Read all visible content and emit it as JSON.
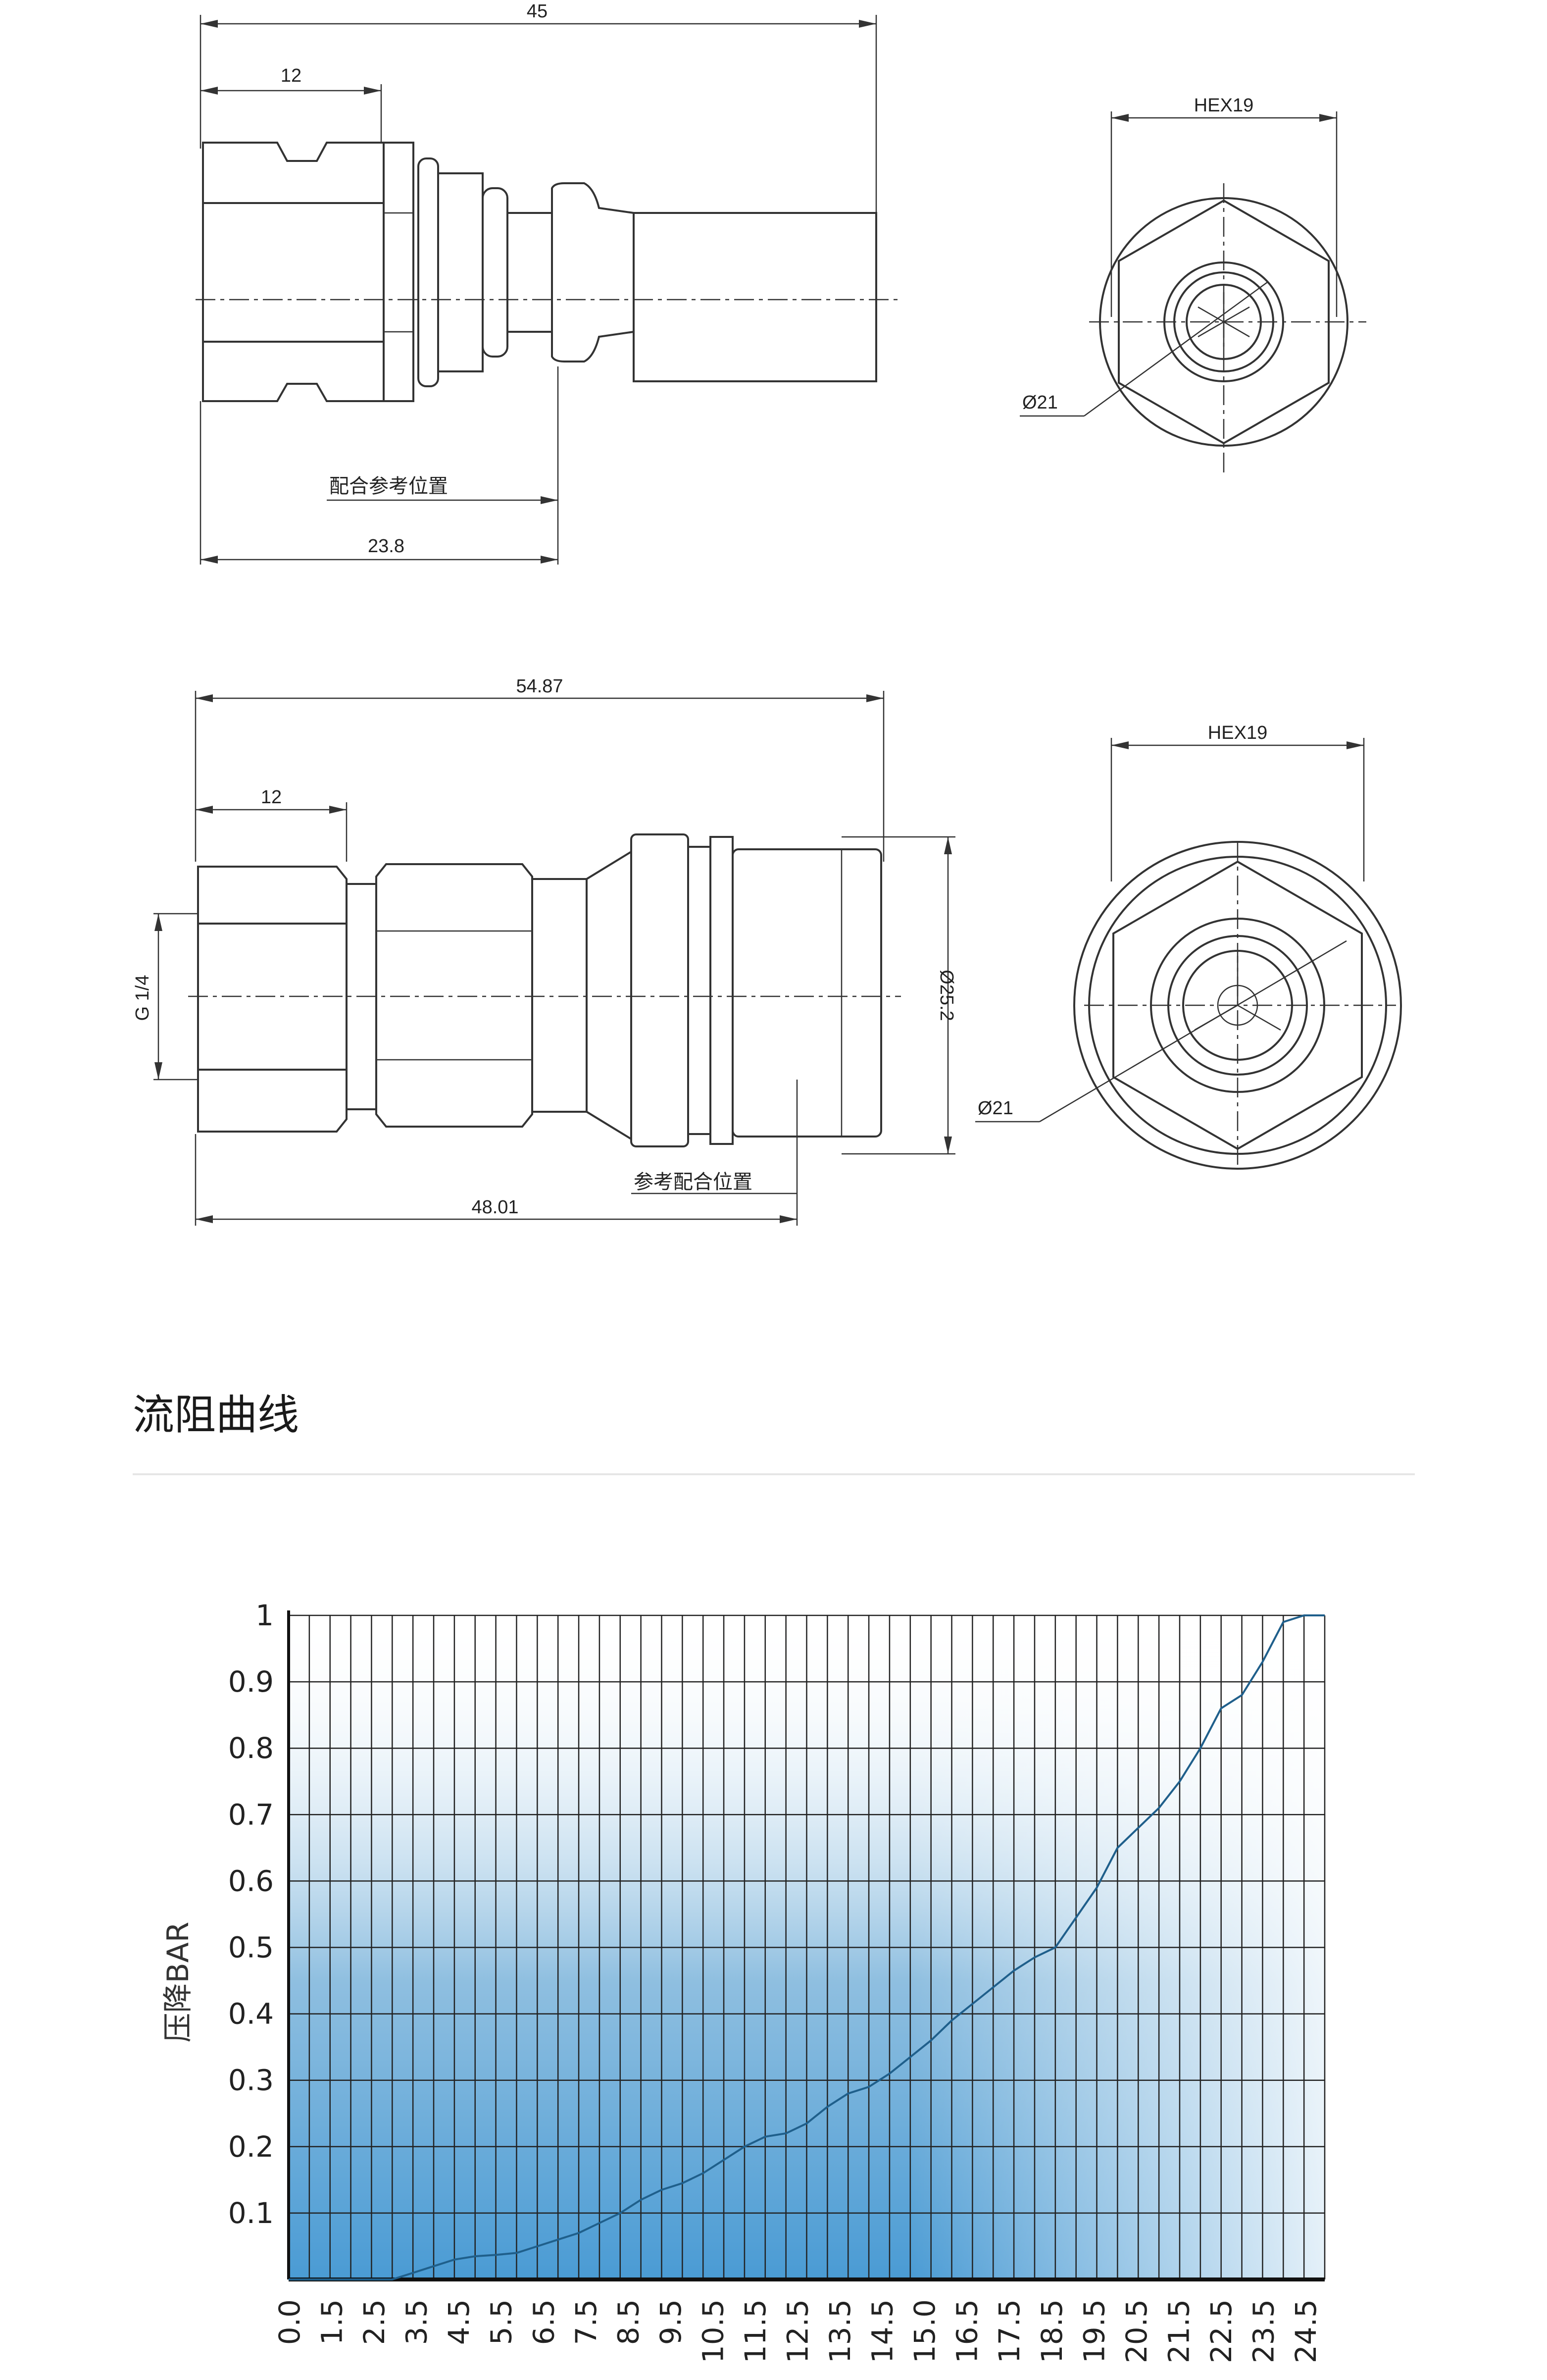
{
  "drawing1": {
    "dim_total": "45",
    "dim_thread": "12",
    "dim_ref": "23.8",
    "ref_label": "配合参考位置",
    "hex": "HEX19",
    "dia": "Ø21"
  },
  "drawing2": {
    "dim_total": "54.87",
    "dim_thread": "12",
    "dim_ref": "48.01",
    "ref_label": "参考配合位置",
    "thread": "G 1/4",
    "dia_body": "Ø25.2",
    "hex": "HEX19",
    "dia": "Ø21"
  },
  "section": {
    "title": "流阻曲线"
  },
  "colors": {
    "curve": "#1f5f8b",
    "fill_dark": "#4a9bd4",
    "fill_light": "#ffffff",
    "grid": "#222222"
  },
  "chart_data": {
    "type": "line",
    "title": "",
    "xlabel": "",
    "ylabel": "压降BAR",
    "xlim": [
      0,
      25
    ],
    "ylim": [
      0,
      1
    ],
    "y_ticks": [
      "0.1",
      "0.2",
      "0.3",
      "0.4",
      "0.5",
      "0.6",
      "0.7",
      "0.8",
      "0.9",
      "1"
    ],
    "x_ticks": [
      "0.0",
      "1.5",
      "2.5",
      "3.5",
      "4.5",
      "5.5",
      "6.5",
      "7.5",
      "8.5",
      "9.5",
      "10.5",
      "11.5",
      "12.5",
      "13.5",
      "14.5",
      "15.0",
      "16.5",
      "17.5",
      "18.5",
      "19.5",
      "20.5",
      "21.5",
      "22.5",
      "23.5",
      "24.5"
    ],
    "grid": true,
    "series": [
      {
        "values_x": [
          0,
          2.0,
          2.5,
          3.0,
          3.5,
          4.0,
          4.5,
          5.0,
          5.5,
          6.0,
          6.5,
          7.0,
          7.5,
          8.0,
          8.5,
          9.0,
          9.5,
          10.0,
          10.5,
          11.0,
          11.5,
          12.0,
          12.5,
          13.0,
          13.5,
          14.0,
          14.5,
          15.0,
          15.5,
          16.0,
          16.5,
          17.0,
          17.5,
          18.0,
          18.5,
          19.0,
          19.5,
          20.0,
          20.5,
          21.0,
          21.5,
          22.0,
          22.5,
          23.0,
          23.5,
          24.0,
          24.5,
          25.0
        ],
        "values_y": [
          0,
          0,
          0,
          0.01,
          0.02,
          0.03,
          0.035,
          0.037,
          0.04,
          0.05,
          0.06,
          0.07,
          0.085,
          0.1,
          0.12,
          0.135,
          0.145,
          0.16,
          0.18,
          0.2,
          0.215,
          0.22,
          0.235,
          0.26,
          0.28,
          0.29,
          0.31,
          0.335,
          0.36,
          0.39,
          0.415,
          0.44,
          0.465,
          0.485,
          0.5,
          0.545,
          0.59,
          0.65,
          0.68,
          0.71,
          0.75,
          0.8,
          0.86,
          0.88,
          0.93,
          0.99,
          1.0,
          1.0
        ]
      }
    ]
  }
}
